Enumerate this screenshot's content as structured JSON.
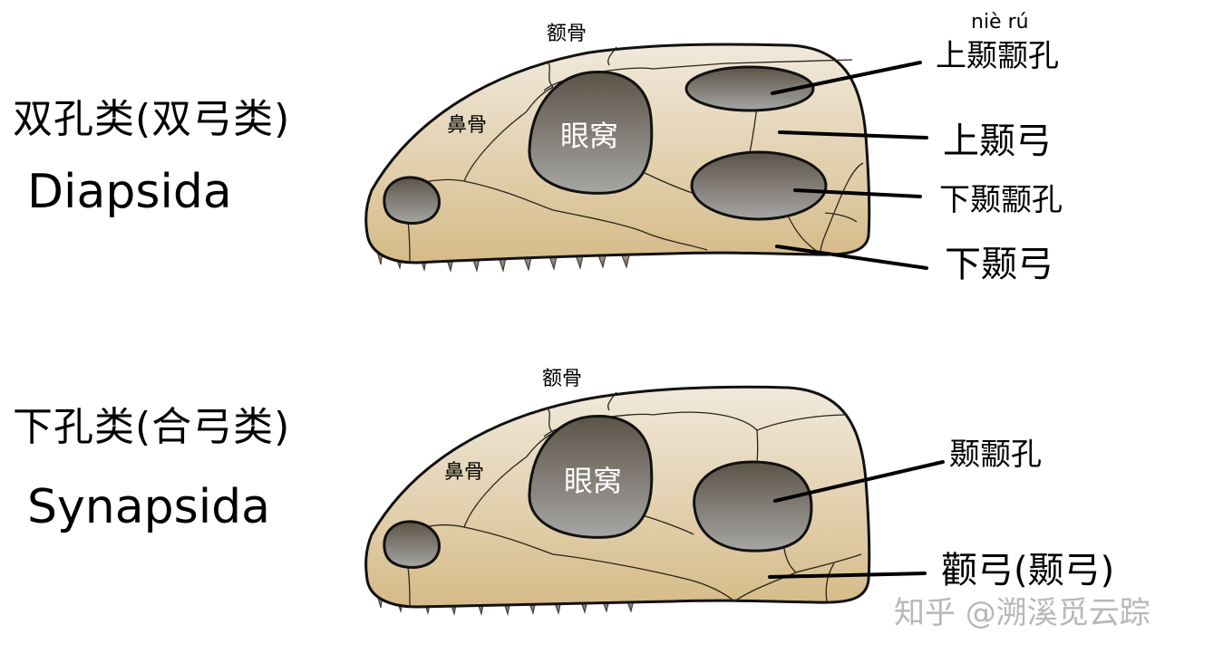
{
  "diapsida": {
    "title_cn": "双孔类(双弓类)",
    "title_en": "Diapsida",
    "labels": {
      "frontal": "额骨",
      "nasal": "鼻骨",
      "orbit": "眼窝",
      "pinyin": "niè rú",
      "upper_temporal_fenestra": "上颞颥孔",
      "upper_temporal_arch": "上颞弓",
      "lower_temporal_fenestra": "下颞颥孔",
      "lower_temporal_arch": "下颞弓"
    }
  },
  "synapsida": {
    "title_cn": "下孔类(合弓类)",
    "title_en": "Synapsida",
    "labels": {
      "frontal": "额骨",
      "nasal": "鼻骨",
      "orbit": "眼窝",
      "temporal_fenestra": "颞颥孔",
      "zygomatic_arch": "颧弓(颞弓)"
    }
  },
  "watermark": "知乎 @溯溪觅云踪",
  "colors": {
    "bone_light": "#efe6d6",
    "bone_dark": "#d9bf8f",
    "hole_dark": "#5e564c",
    "hole_light": "#a4a4a2",
    "tooth": "#8a7d72",
    "outline": "#111111"
  }
}
